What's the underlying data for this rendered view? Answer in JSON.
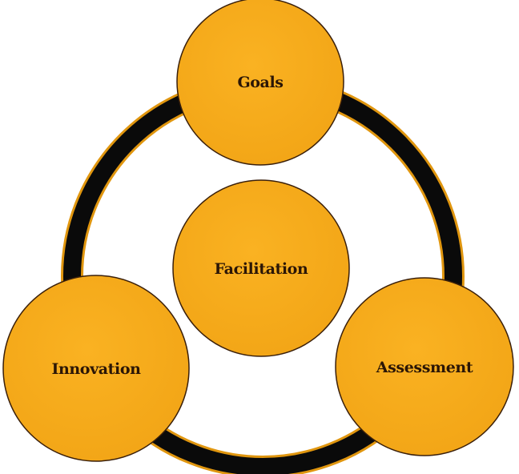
{
  "diagram": {
    "center_label": "Facilitation",
    "nodes": [
      {
        "id": "goals",
        "label": "Goals"
      },
      {
        "id": "innovation",
        "label": "Innovation"
      },
      {
        "id": "assessment",
        "label": "Assessment"
      }
    ]
  },
  "colors": {
    "node_fill": "#f7ab1c",
    "node_stroke": "#3a1f0a",
    "ring": "#0a0a0a",
    "ring_edge": "#e0960f",
    "label": "#2b1606"
  }
}
